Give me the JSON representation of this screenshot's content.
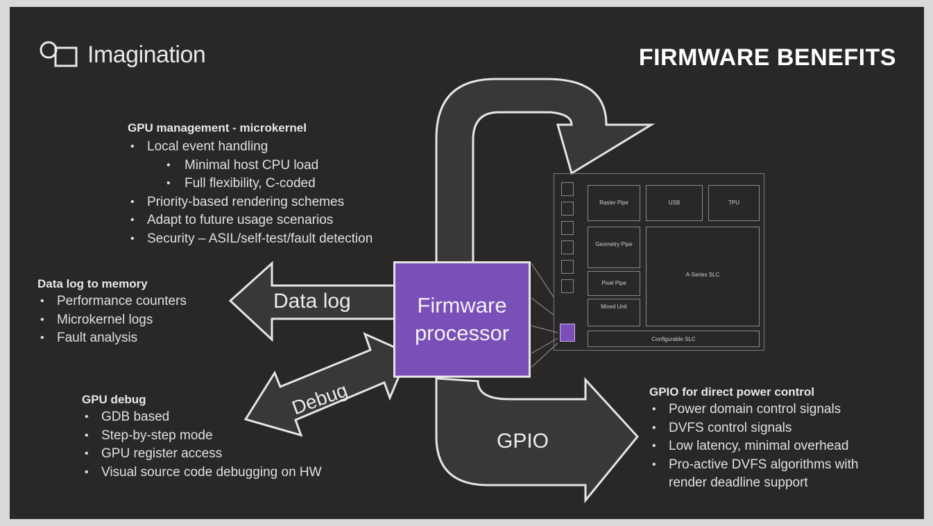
{
  "logo": {
    "text": "Imagination"
  },
  "title": "FIRMWARE BENEFITS",
  "gpu_management": {
    "heading": "GPU management - microkernel",
    "items": [
      {
        "text": "Local event handling",
        "sub": [
          "Minimal host CPU load",
          "Full flexibility, C-coded"
        ]
      },
      {
        "text": "Priority-based rendering schemes"
      },
      {
        "text": "Adapt to future usage scenarios"
      },
      {
        "text": "Security – ASIL/self-test/fault detection"
      }
    ]
  },
  "data_log": {
    "heading": "Data log to memory",
    "items": [
      "Performance counters",
      "Microkernel logs",
      "Fault analysis"
    ],
    "arrow_label": "Data log"
  },
  "gpu_debug": {
    "heading": "GPU debug",
    "items": [
      "GDB based",
      "Step-by-step mode",
      "GPU register access",
      "Visual source code debugging on HW"
    ],
    "arrow_label": "Debug"
  },
  "gpio": {
    "heading": "GPIO for direct power control",
    "items": [
      "Power domain control signals",
      "DVFS control signals",
      "Low latency, minimal overhead",
      "Pro-active DVFS algorithms with render deadline support"
    ],
    "arrow_label": "GPIO"
  },
  "firmware_processor": {
    "line1": "Firmware",
    "line2": "processor"
  },
  "block_diagram": {
    "blocks": [
      "Raster Pipe",
      "USB",
      "TPU",
      "Geometry Pipe",
      "Pixel Pipe",
      "Mixed Unit",
      "A-Series SLC",
      "Configurable SLC"
    ]
  },
  "colors": {
    "background": "#2a2826",
    "processor": "#7a4fb8",
    "arrow_fill": "#3a3836",
    "arrow_stroke": "#e6e6e6"
  }
}
